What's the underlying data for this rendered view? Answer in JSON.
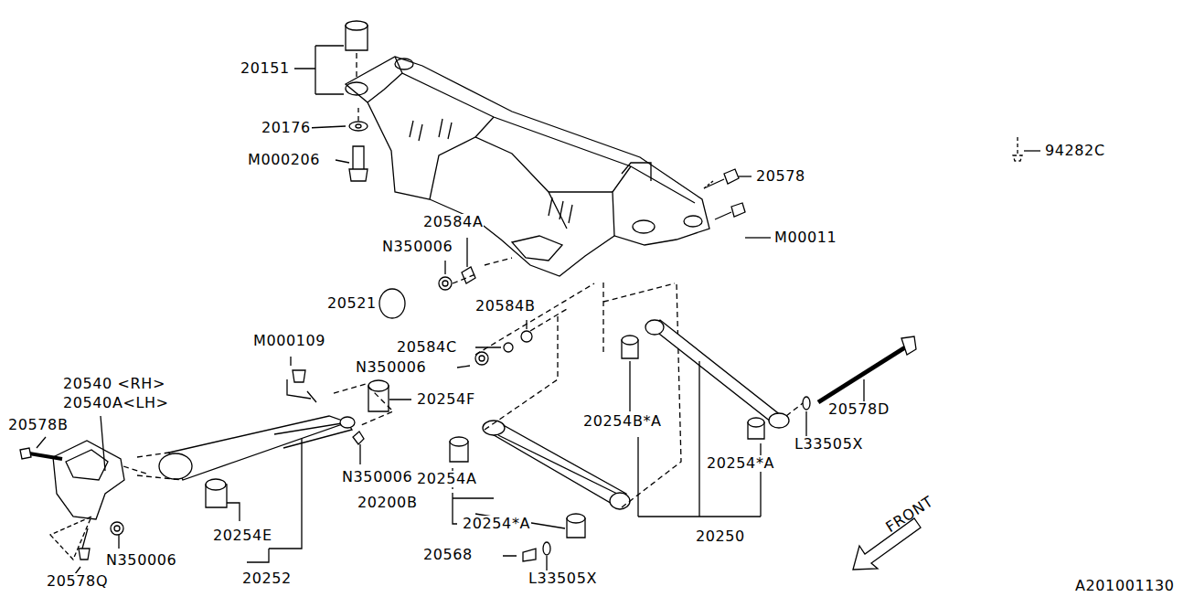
{
  "diagram": {
    "labels": [
      "20151",
      "20176",
      "M000206",
      "20578",
      "94282C",
      "M00011",
      "20584A",
      "N350006",
      "20521",
      "20584B",
      "20584C",
      "N350006",
      "M000109",
      "20540 <RH>",
      "20540A<LH>",
      "20254F",
      "20578B",
      "N350006",
      "20254B*A",
      "20578D",
      "L33505X",
      "20254*A",
      "20254A",
      "20200B",
      "20254*A",
      "20250",
      "20254E",
      "N350006",
      "20568",
      "L33505X",
      "20252",
      "20578Q",
      "FRONT",
      "A201001130"
    ]
  }
}
